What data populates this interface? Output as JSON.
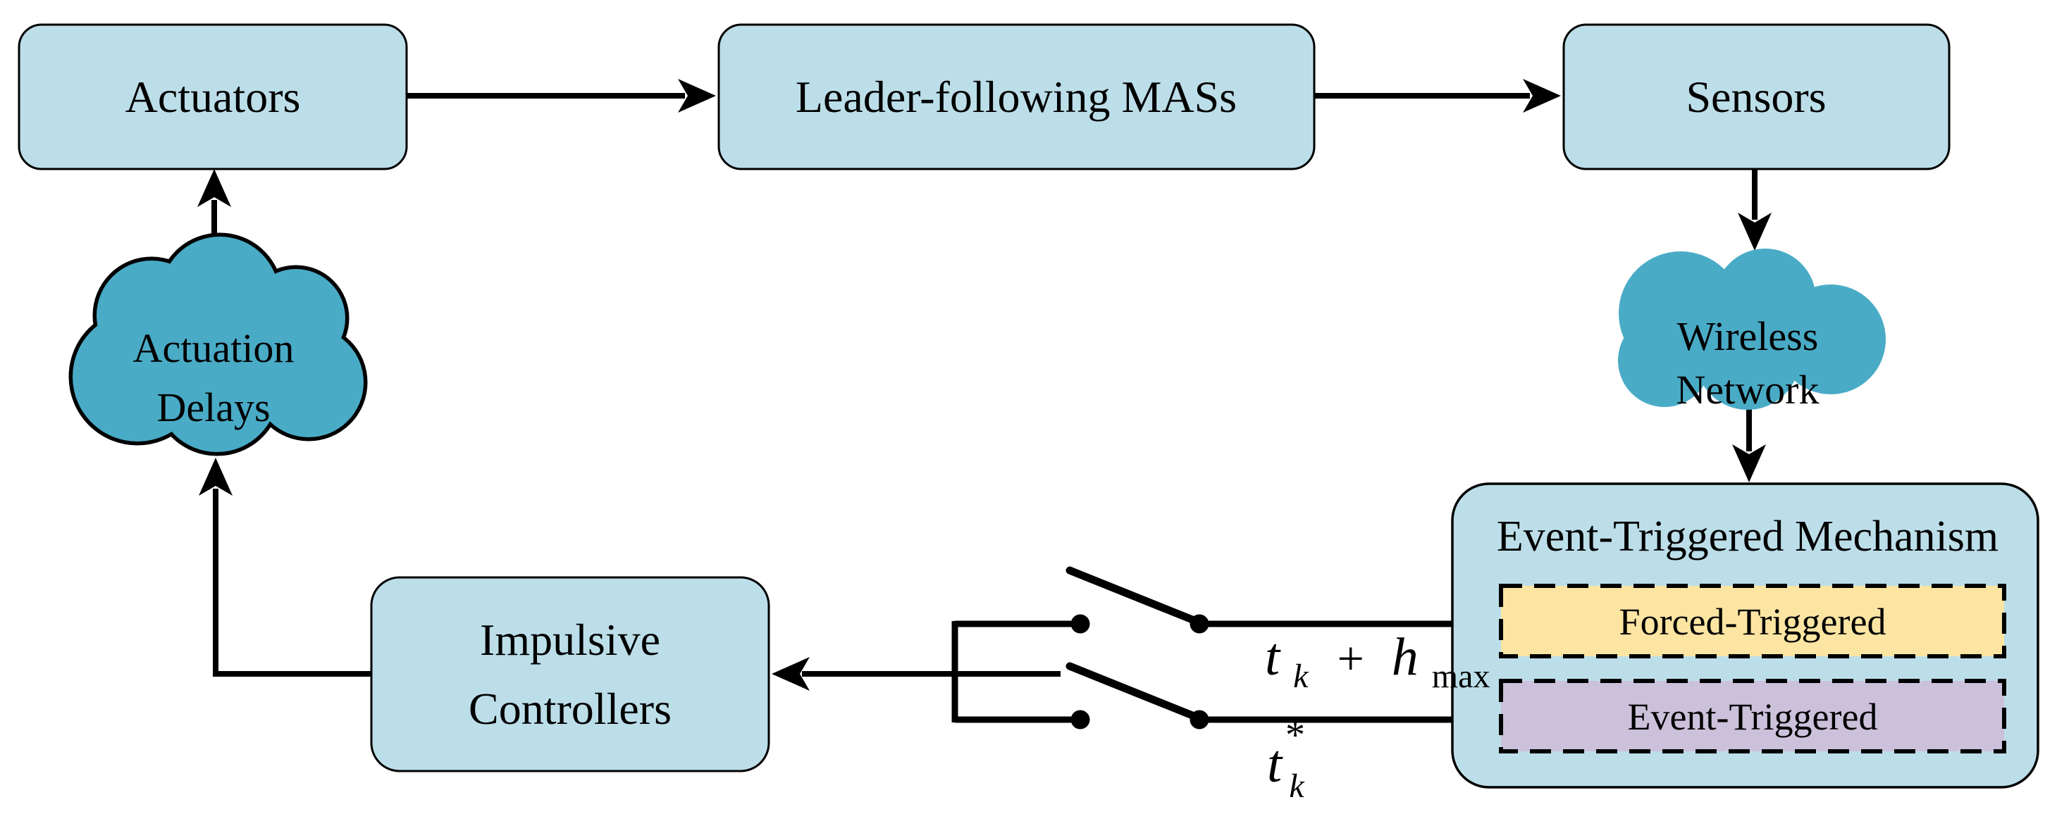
{
  "figure": {
    "type": "control-system-block-diagram",
    "background": "#ffffff",
    "colors": {
      "node_fill": "#BCDEE9",
      "cloud_fill": "#49ABC6",
      "forced_fill": "#FCE5A2",
      "event_fill": "#CBC1DA",
      "line": "#000000"
    },
    "nodes": {
      "actuators": {
        "label": "Actuators"
      },
      "leader_mas": {
        "label": "Leader-following MASs"
      },
      "sensors": {
        "label": "Sensors"
      },
      "impulsive_controllers": {
        "line1": "Impulsive",
        "line2": "Controllers"
      },
      "event_triggered_mechanism": {
        "title": "Event-Triggered Mechanism"
      },
      "forced_triggered": {
        "label": "Forced-Triggered"
      },
      "event_triggered": {
        "label": "Event-Triggered"
      }
    },
    "clouds": {
      "actuation_delays": {
        "line1": "Actuation",
        "line2": "Delays"
      },
      "wireless_network": {
        "line1": "Wireless",
        "line2": "Network"
      }
    },
    "switch_labels": {
      "forced_time": {
        "base": "t",
        "sub": "k",
        "op": "+",
        "base2": "h",
        "sub2": "max"
      },
      "event_time": {
        "base": "t",
        "sup": "*",
        "sub": "k"
      }
    }
  }
}
